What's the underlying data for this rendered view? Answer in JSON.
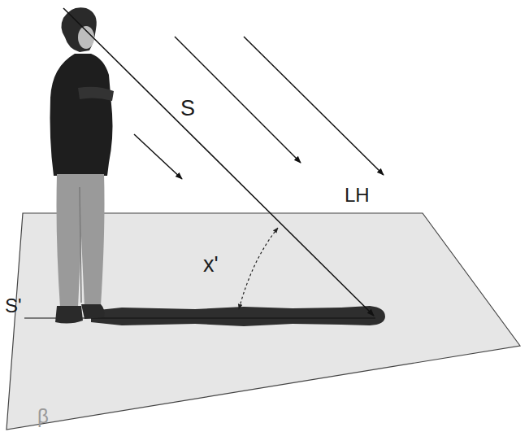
{
  "diagram": {
    "labels": [
      "S",
      "LH",
      "x'",
      "S'",
      "β"
    ]
  }
}
